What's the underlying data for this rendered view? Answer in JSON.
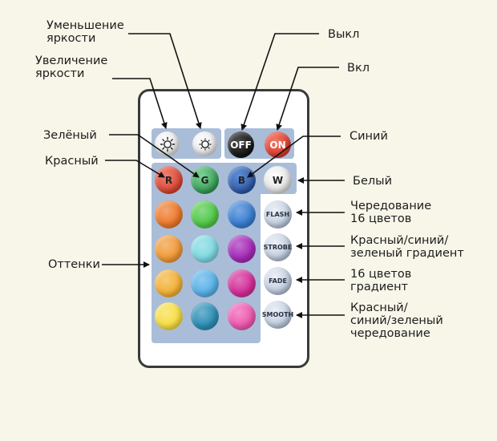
{
  "labels": {
    "brightness_down": "Уменьшение\nяркости",
    "brightness_up": "Увеличение\nяркости",
    "green": "Зелёный",
    "red": "Красный",
    "shades": "Оттенки",
    "off": "Выкл",
    "on": "Вкл",
    "blue": "Синий",
    "white": "Белый",
    "flash": "Чередование\n16 цветов",
    "strobe": "Красный/синий/\nзеленый градиент",
    "fade": "16 цветов\nградиент",
    "smooth": "Красный/\nсиний/зеленый\nчередование"
  },
  "buttons": {
    "off": "OFF",
    "on": "ON",
    "r": "R",
    "g": "G",
    "b": "B",
    "w": "W",
    "flash": "FLASH",
    "strobe": "STROBE",
    "fade": "FADE",
    "smooth": "SMOOTH"
  },
  "icons": {
    "brightness_up": "sun-outline-icon",
    "brightness_down": "sun-small-icon"
  },
  "colors": {
    "red": "#d9402f",
    "green": "#3aa35a",
    "blue": "#2f5fae",
    "white": "#f2f2f2",
    "off": "#1a1a1a",
    "on": "#e0412c",
    "panel": "#a9bdd8",
    "grid": [
      [
        "#ee7a2c",
        "#52c94a",
        "#3a7fd2"
      ],
      [
        "#f09a38",
        "#7fd9e2",
        "#a42ab8"
      ],
      [
        "#f2b237",
        "#5ab2e8",
        "#d42e9a"
      ],
      [
        "#f6de45",
        "#2d8fb6",
        "#ee5ab0"
      ]
    ]
  }
}
